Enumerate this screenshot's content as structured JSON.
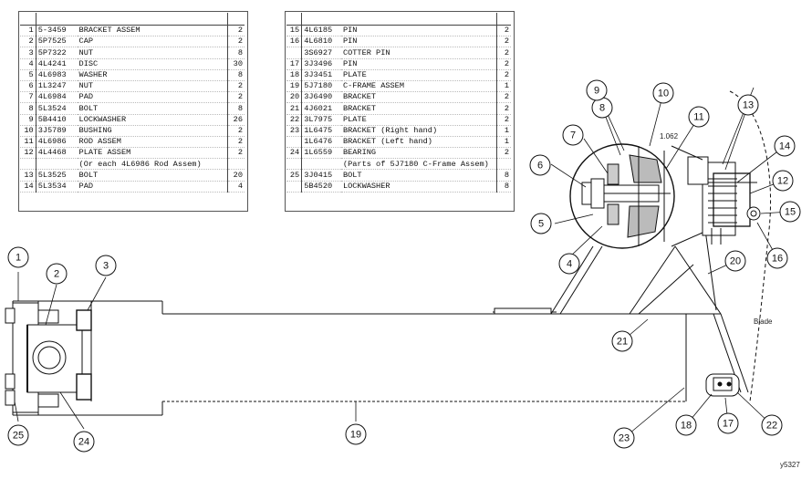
{
  "table_left": {
    "rows": [
      {
        "idx": "1",
        "pn": "5-3459",
        "desc": "BRACKET ASSEM",
        "qty": "2"
      },
      {
        "idx": "2",
        "pn": "5P7525",
        "desc": "CAP",
        "qty": "2"
      },
      {
        "idx": "3",
        "pn": "5P7322",
        "desc": "NUT",
        "qty": "8"
      },
      {
        "idx": "4",
        "pn": "4L4241",
        "desc": "DISC",
        "qty": "30"
      },
      {
        "idx": "5",
        "pn": "4L6983",
        "desc": "WASHER",
        "qty": "8"
      },
      {
        "idx": "6",
        "pn": "1L3247",
        "desc": "NUT",
        "qty": "2"
      },
      {
        "idx": "7",
        "pn": "4L6984",
        "desc": "PAD",
        "qty": "2"
      },
      {
        "idx": "8",
        "pn": "5L3524",
        "desc": "BOLT",
        "qty": "8"
      },
      {
        "idx": "9",
        "pn": "5B4410",
        "desc": "LOCKWASHER",
        "qty": "26"
      },
      {
        "idx": "10",
        "pn": "3J5789",
        "desc": "BUSHING",
        "qty": "2"
      },
      {
        "idx": "11",
        "pn": "4L6986",
        "desc": "ROD ASSEM",
        "qty": "2"
      },
      {
        "idx": "12",
        "pn": "4L4468",
        "desc": "PLATE ASSEM",
        "qty": "2"
      },
      {
        "idx": "",
        "pn": "",
        "desc": "(Or each 4L6986 Rod Assem)",
        "qty": ""
      },
      {
        "idx": "13",
        "pn": "5L3525",
        "desc": "BOLT",
        "qty": "20"
      },
      {
        "idx": "14",
        "pn": "5L3534",
        "desc": "PAD",
        "qty": "4"
      }
    ]
  },
  "table_right": {
    "rows": [
      {
        "idx": "15",
        "pn": "4L6185",
        "desc": "PIN",
        "qty": "2"
      },
      {
        "idx": "16",
        "pn": "4L6810",
        "desc": "PIN",
        "qty": "2"
      },
      {
        "idx": "",
        "pn": "3S6927",
        "desc": "COTTER PIN",
        "qty": "2"
      },
      {
        "idx": "17",
        "pn": "3J3496",
        "desc": "PIN",
        "qty": "2"
      },
      {
        "idx": "18",
        "pn": "3J3451",
        "desc": "PLATE",
        "qty": "2"
      },
      {
        "idx": "19",
        "pn": "5J7180",
        "desc": "C-FRAME ASSEM",
        "qty": "1"
      },
      {
        "idx": "20",
        "pn": "3J6490",
        "desc": "BRACKET",
        "qty": "2"
      },
      {
        "idx": "21",
        "pn": "4J6021",
        "desc": "BRACKET",
        "qty": "2"
      },
      {
        "idx": "22",
        "pn": "3L7975",
        "desc": "PLATE",
        "qty": "2"
      },
      {
        "idx": "23",
        "pn": "1L6475",
        "desc": "BRACKET (Right hand)",
        "qty": "1"
      },
      {
        "idx": "",
        "pn": "1L6476",
        "desc": "BRACKET (Left hand)",
        "qty": "1"
      },
      {
        "idx": "24",
        "pn": "1L6559",
        "desc": "BEARING",
        "qty": "2"
      },
      {
        "idx": "",
        "pn": "",
        "desc": "(Parts of 5J7180 C-Frame Assem)",
        "qty": ""
      },
      {
        "idx": "25",
        "pn": "3J0415",
        "desc": "BOLT",
        "qty": "8"
      },
      {
        "idx": "",
        "pn": "5B4520",
        "desc": "LOCKWASHER",
        "qty": "8"
      }
    ]
  },
  "labels": {
    "blade": "Blade",
    "figure_number": "y5327",
    "detail_mark": "1.062"
  },
  "callouts": [
    "1",
    "2",
    "3",
    "4",
    "5",
    "6",
    "7",
    "8",
    "9",
    "10",
    "11",
    "12",
    "13",
    "14",
    "15",
    "16",
    "17",
    "18",
    "19",
    "20",
    "21",
    "22",
    "23",
    "24",
    "25"
  ]
}
